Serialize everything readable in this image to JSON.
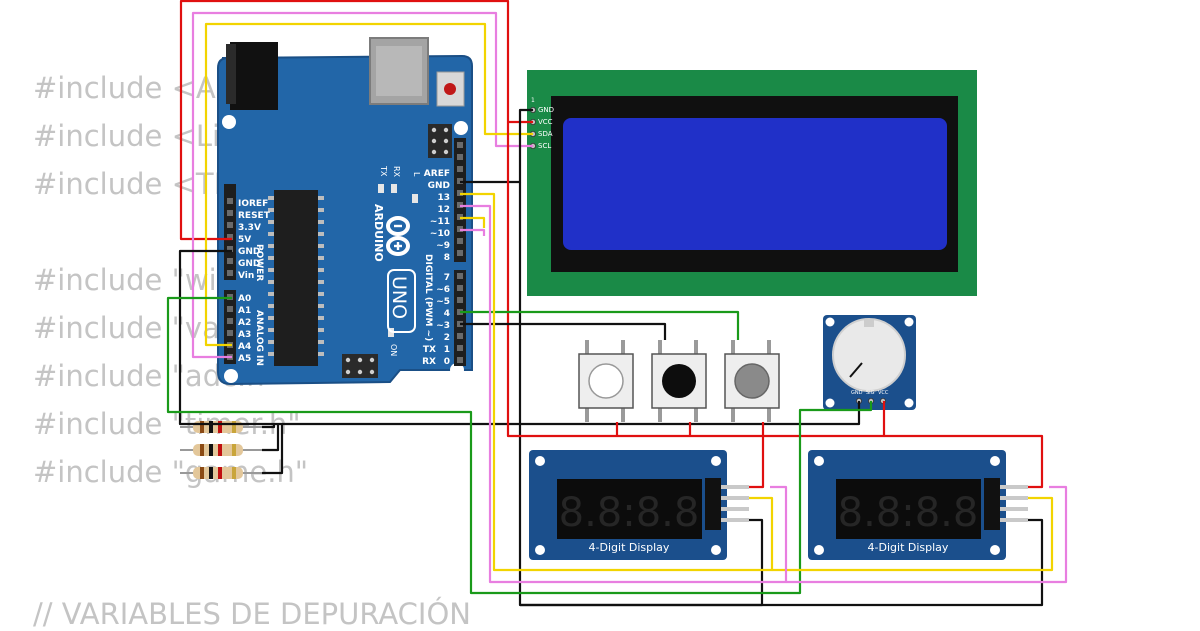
{
  "code": {
    "lines": [
      "#include <Ar",
      "#include <Li",
      "#include <TM",
      "#include \"wi",
      "#include \"va",
      "#include \"adc.h\"",
      "#include \"timer.h\"",
      "#include \"game.h\"",
      "// VARIABLES DE DEPURACIÓN"
    ]
  },
  "arduino": {
    "brand": "ARDUINO",
    "model": "UNO",
    "labels": {
      "ioref": "IOREF",
      "reset": "RESET",
      "v33": "3.3V",
      "v5": "5V",
      "gnd1": "GND",
      "gnd2": "GND",
      "vin": "Vin",
      "a0": "A0",
      "a1": "A1",
      "a2": "A2",
      "a3": "A3",
      "a4": "A4",
      "a5": "A5",
      "power": "POWER",
      "analog_in": "ANALOG IN",
      "aref": "AREF",
      "gnd_d": "GND",
      "d13": "13",
      "d12": "12",
      "d11": "~11",
      "d10": "~10",
      "d9": "~9",
      "d8": "8",
      "d7": "7",
      "d6": "~6",
      "d5": "~5",
      "d4": "4",
      "d3": "~3",
      "d2": "2",
      "d1": "1",
      "d0": "0",
      "tx_pin": "TX",
      "rx_pin": "RX",
      "digital": "DIGITAL (PWM ~)",
      "on": "ON",
      "l": "L",
      "tx": "TX",
      "rx": "RX"
    }
  },
  "lcd": {
    "pins": [
      "GND",
      "VCC",
      "SDA",
      "SCL"
    ],
    "pin1": "1"
  },
  "potentiometer": {
    "pins": [
      "GND",
      "SIG",
      "VCC"
    ]
  },
  "displays": {
    "left_label": "4-Digit Display",
    "right_label": "4-Digit Display",
    "digits": "8.8:8.8"
  },
  "colors": {
    "board": "#2266a8",
    "lcd_pcb": "#1a8a47",
    "lcd_screen": "#2030c8",
    "module_blue": "#1b4f8c",
    "wire_red": "#e01010",
    "wire_pink": "#e87ee0",
    "wire_yellow": "#f2d400",
    "wire_green": "#1a9a1a",
    "wire_black": "#111111"
  }
}
